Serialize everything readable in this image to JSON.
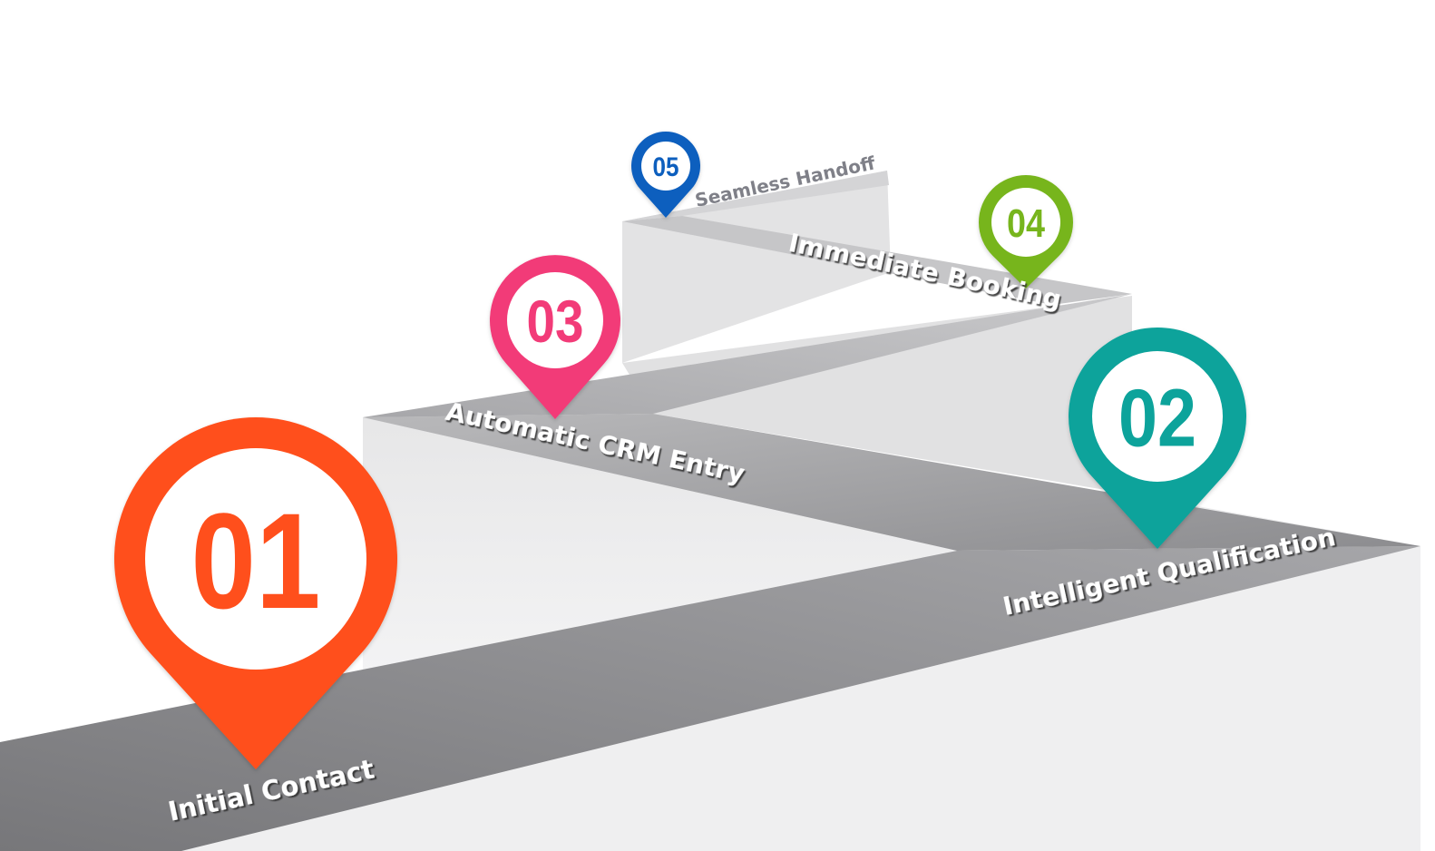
{
  "steps": [
    {
      "number": "01",
      "label": "Initial Contact",
      "color": "#FF4F1A"
    },
    {
      "number": "02",
      "label": "Intelligent Qualification",
      "color": "#0FA39B"
    },
    {
      "number": "03",
      "label": "Automatic CRM Entry",
      "color": "#F23A78"
    },
    {
      "number": "04",
      "label": "Immediate Booking",
      "color": "#77B51F"
    },
    {
      "number": "05",
      "label": "Seamless Handoff",
      "color": "#0F5FBE"
    }
  ],
  "colors": {
    "road_dark": "#8A8A8D",
    "road_mid": "#A9A9AC",
    "road_light": "#C4C4C6",
    "wall": "#E4E4E5",
    "floor": "#EFEFF0"
  }
}
